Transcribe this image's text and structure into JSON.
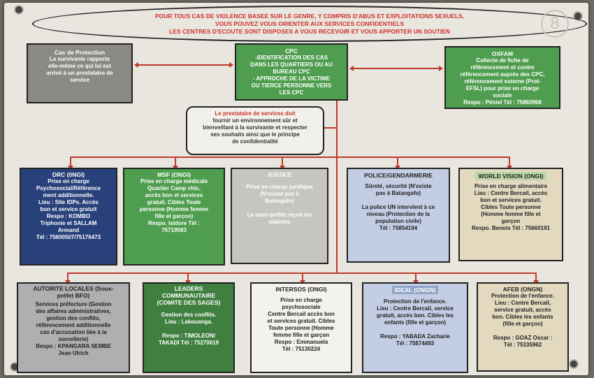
{
  "banner": {
    "line1": "POUR TOUS CAS DE VIOLENCE BASEE SUR LE GENRE, Y COMPRIS D'ABUS ET EXPLOITATIONS SEXUELS,",
    "line2": "VOUS POUVEZ VOUS ORIENTER AUX SERVICES CONFIDENTIELS",
    "line3": "LES CENTRES D'ECOUTE SONT DISPOSES A VOUS RECEVOIR ET VOUS APPORTER UN SOUTIEN"
  },
  "top": {
    "protection": {
      "title": "Cas de Protection",
      "body": "La survivante rapporte\nelle-même ce qui lui est\narrivé à un prestataire de\nservice"
    },
    "cpc": {
      "title": "CPC",
      "body": "-IDENTIFICATION DES CAS\nDANS LES QUARTIERS OU AU\nBUREAU CPC\n- APPROCHE DE LA VICTIME\nOU TIERCE PERSONNE VERS\nLES CPC"
    },
    "oxfam": {
      "title": "OXFAM",
      "body": "Collecte de fiche de\nréférencement et contre\nréférencement auprès des CPC,\nréférencement externe (Prot-\nEFSL) pour prise en charge\nsociale",
      "contact": "Respo : Péniel Tél : 75860968"
    }
  },
  "bubble": {
    "title": "Le prestataire de services doit",
    "body": "fournir un environnement sûr et\nbienveillant à la survivante et respecter\nses souhaits ainsi que le principe\nde confidentialité"
  },
  "row1": {
    "drc": {
      "title": "DRC (0NGI)",
      "body": "Prise en charge\nPsychosocial/Référence\nment additionnelle.\nLieu : Site IDPs. Accès\nbon et service gratuit\nRespo : KOMBO\nTriphonie  et SALLAM\nArmand\nTél : 75600507/75176473"
    },
    "msf": {
      "title": "MSF (ONGI)",
      "body": "Prise en charge médicale\nQuartier Camp chic,\naccès bon et services\ngratuit. Cibles Toute\npersonne (Homme femme\nfille et garçon)\nRespo. Isidore Tél :\n75719593"
    },
    "justice": {
      "title": "JUSTICE",
      "body": "Prise en charge juridique\n(N'existe pas à\nBatangafo)\n\nLe sous-préfet reçoit les\nplaintes"
    },
    "police": {
      "title": "POLICE/GENDARMERIE",
      "body": "Sûreté, sécurité (N'existe\npas à Batangafo)\n\nLa police UN intervient à ce\nniveau (Protection de la\npopulation civile)\nTél : 75854194"
    },
    "wv": {
      "title": "WORLD VISION (ONGI)",
      "body": "Prise en charge alimentaire\nLieu : Centre Bercail, accès\nbon et services gratuit.\nCibles Toute personne\n(Homme femme fille et\ngarçon\nRespo. Benois Tél : 75660191"
    }
  },
  "row2": {
    "autorite": {
      "title": "AUTORITE LOCALES (Sous-\npréfet BFO)",
      "body": "Services préfecture (Gestion\ndes affaires administratives,\ngestion des conflits,\nréférencement additionnelle\ncas d'accusation liée à la\nsorcellerie)\nRespo : KPANGARA SEMBE\nJean Ulrich"
    },
    "leaders": {
      "title": "LEADERS\nCOMMUNAUTAIRE\n(COMITE DES SAGES)",
      "body": "Gestion des conflits.\nLieu : Lakouanga.\n\nRespo : TIMOLEON/\nTAKADI Tél : 75270619"
    },
    "intersos": {
      "title": "INTERSOS (ONGI)",
      "body": "Prise en charge\npsychosociale\nCentre Bercail accès bon\net services gratuit. Cibles\nToute personne (Homme\nfemme fille et garçon\nRespo : Emmanuela\nTél : 75130224"
    },
    "ideal": {
      "title": "IDEAL (ONGN)",
      "body": "Protection de l'enfance.\nLieu : Centre Bercail, service\ngratuit, accès bon. Cibles les\nenfants (fille et garçon)\n\nRespo : YABADA Zacharie\nTél : 75874493"
    },
    "afeb": {
      "title": "AFEB (ONGN)",
      "body": "Protection de l'enfance.\nLieu : Centre Bercail,\nservice gratuit, accès\nbon. Cibles les enfants\n(fille et garçon)\n\nRespo : GOAZ Oscar :\nTél : 75335962"
    }
  },
  "colors": {
    "red": "#c0392b",
    "green": "#4f9e4f",
    "blue": "#29417a"
  },
  "logo": "8"
}
